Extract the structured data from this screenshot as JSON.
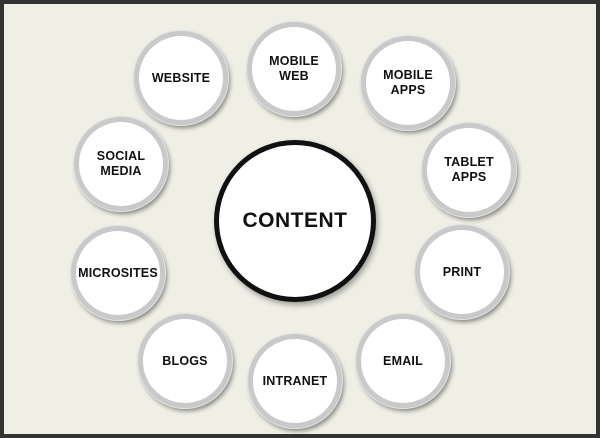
{
  "diagram": {
    "center_label": "CONTENT",
    "nodes": {
      "mobile_web": "MOBILE\nWEB",
      "website": "WEBSITE",
      "mobile_apps": "MOBILE\nAPPS",
      "social_media": "SOCIAL\nMEDIA",
      "tablet_apps": "TABLET\nAPPS",
      "microsites": "MICROSITES",
      "print": "PRINT",
      "blogs": "BLOGS",
      "email": "EMAIL",
      "intranet": "INTRANET"
    }
  }
}
